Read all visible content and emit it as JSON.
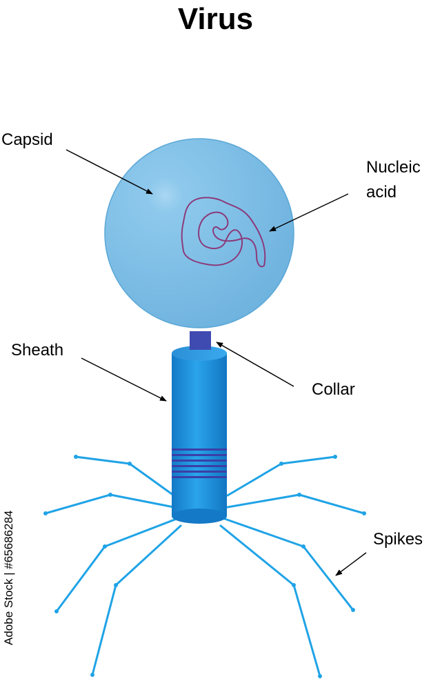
{
  "title": "Virus",
  "labels": {
    "capsid": "Capsid",
    "nucleic_line1": "Nucleic",
    "nucleic_line2": "acid",
    "sheath": "Sheath",
    "collar": "Collar",
    "spikes": "Spikes"
  },
  "watermark": "Adobe Stock | #65686284",
  "colors": {
    "capsid": "#7fbde3",
    "capsid_edge": "#5aa7d6",
    "nucleic_acid": "#8b3a7a",
    "collar": "#3f4bb0",
    "sheath": "#1a90dc",
    "sheath_bands": "#3a3fa6",
    "spikes": "#1fa3e6",
    "arrow": "#000000"
  }
}
